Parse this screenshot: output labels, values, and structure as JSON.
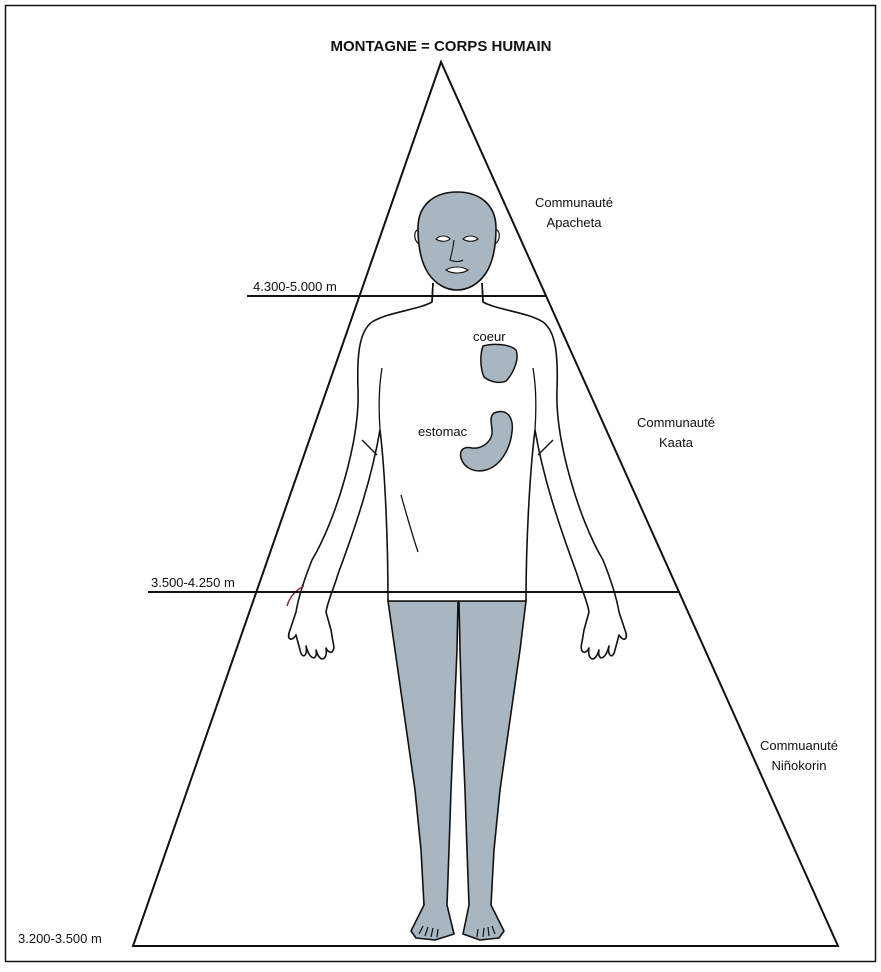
{
  "title": "MONTAGNE = CORPS HUMAIN",
  "altitudes": {
    "top": "4.300-5.000 m",
    "middle": "3.500-4.250 m",
    "bottom": "3.200-3.500 m"
  },
  "communities": {
    "top": {
      "line1": "Communauté",
      "line2": "Apacheta"
    },
    "middle": {
      "line1": "Communauté",
      "line2": "Kaata"
    },
    "bottom": {
      "line1": "Commuanuté",
      "line2": "Niñokorin"
    }
  },
  "organs": {
    "heart": "coeur",
    "stomach": "estomac"
  },
  "colors": {
    "body_fill": "#a9b5bf",
    "outline": "#111111",
    "background": "#ffffff"
  }
}
